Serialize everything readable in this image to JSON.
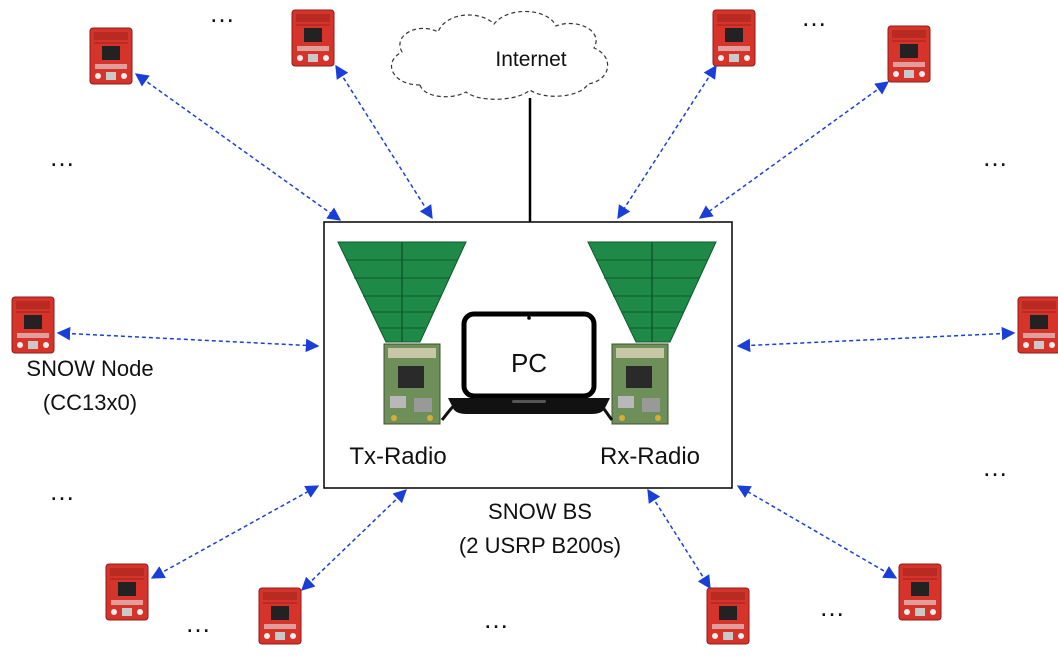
{
  "labels": {
    "internet": "Internet",
    "pc": "PC",
    "tx_radio": "Tx-Radio",
    "rx_radio": "Rx-Radio",
    "node_name": "SNOW Node",
    "node_chip": "(CC13x0)",
    "bs_name": "SNOW BS",
    "bs_detail": "(2 USRP B200s)",
    "ellipsis": "…"
  },
  "colors": {
    "link": "#1a3fd9",
    "board": "#d6332a",
    "board_dark": "#8e1d18",
    "antenna": "#1f8a48",
    "antenna_dark": "#0d5a2a",
    "usrp_board": "#6e8f5a",
    "line": "#000000"
  },
  "icons": [
    "cloud-icon",
    "laptop-icon",
    "antenna-icon",
    "usrp-board-icon",
    "sensor-board-icon"
  ]
}
